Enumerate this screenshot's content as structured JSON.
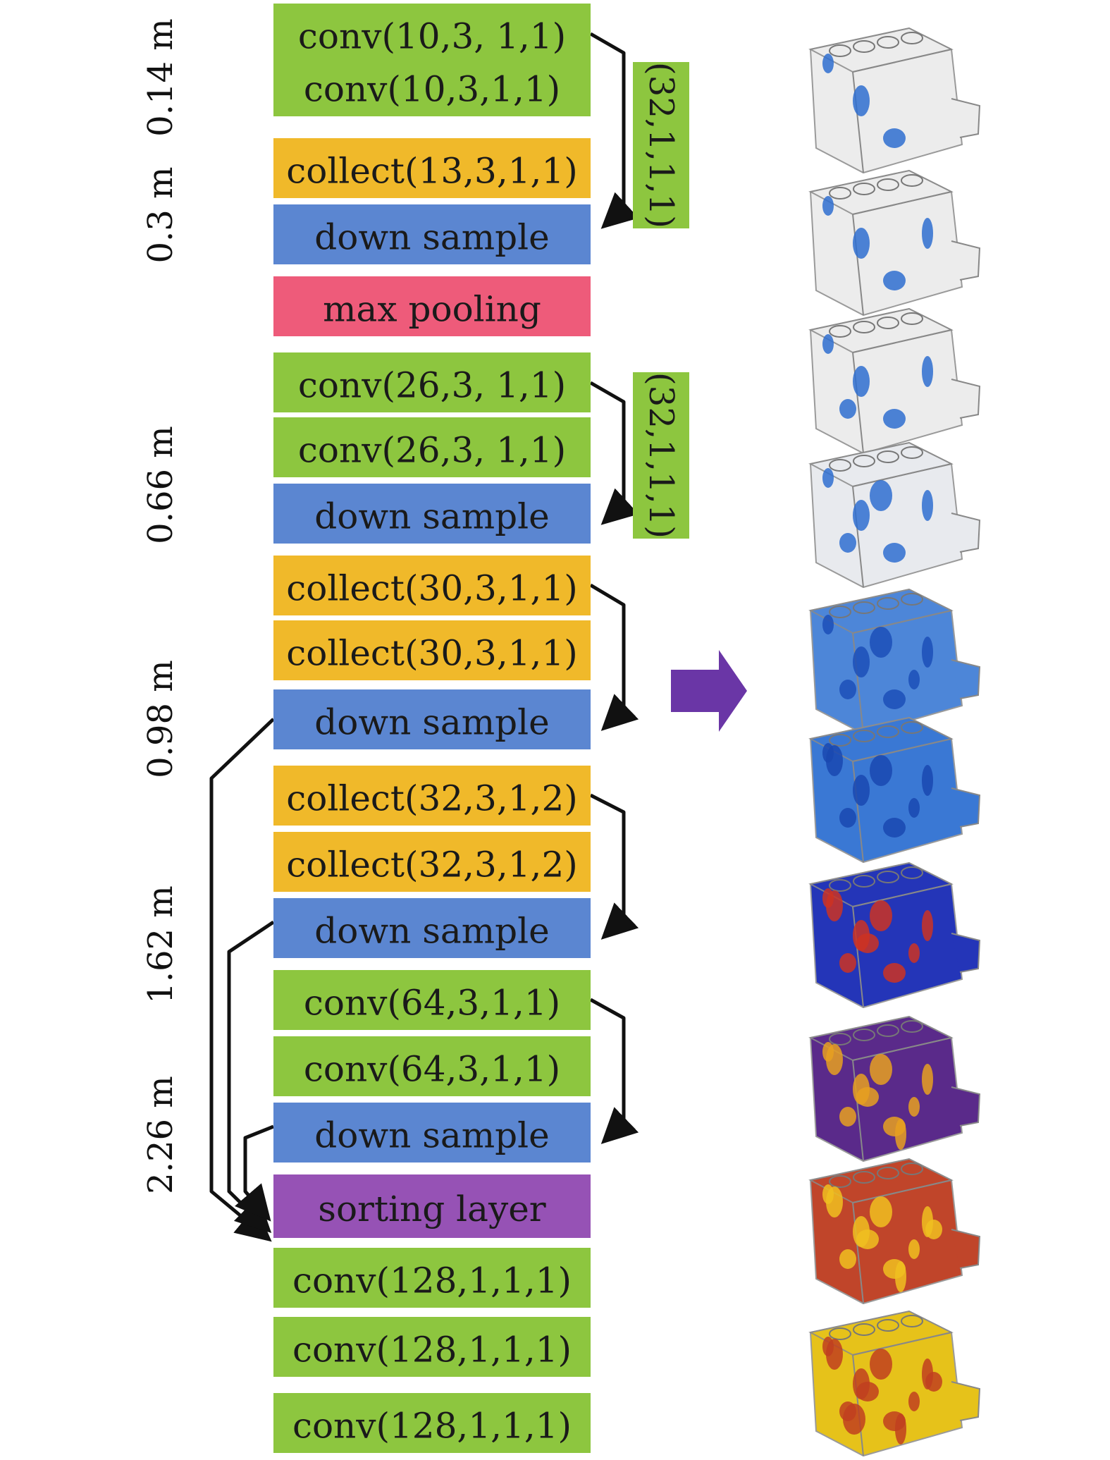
{
  "colors": {
    "conv": "#8dc63f",
    "collect": "#f0b92a",
    "down": "#5b86d1",
    "pool": "#ee5b7a",
    "sort": "#9652b5",
    "arrow": "#111111",
    "big_arrow": "#6a36a6"
  },
  "layers": [
    {
      "label": "conv(10,3, 1,1)",
      "kind": "conv"
    },
    {
      "label": "conv(10,3,1,1)",
      "kind": "conv"
    },
    {
      "label": "collect(13,3,1,1)",
      "kind": "collect"
    },
    {
      "label": "down sample",
      "kind": "down"
    },
    {
      "label": "max pooling",
      "kind": "pool"
    },
    {
      "label": "conv(26,3, 1,1)",
      "kind": "conv"
    },
    {
      "label": "conv(26,3, 1,1)",
      "kind": "conv"
    },
    {
      "label": "down sample",
      "kind": "down"
    },
    {
      "label": "collect(30,3,1,1)",
      "kind": "collect"
    },
    {
      "label": "collect(30,3,1,1)",
      "kind": "collect"
    },
    {
      "label": "down sample",
      "kind": "down"
    },
    {
      "label": "collect(32,3,1,2)",
      "kind": "collect"
    },
    {
      "label": "collect(32,3,1,2)",
      "kind": "collect"
    },
    {
      "label": "down sample",
      "kind": "down"
    },
    {
      "label": "conv(64,3,1,1)",
      "kind": "conv"
    },
    {
      "label": "conv(64,3,1,1)",
      "kind": "conv"
    },
    {
      "label": "down sample",
      "kind": "down"
    },
    {
      "label": "sorting layer",
      "kind": "sort"
    },
    {
      "label": "conv(128,1,1,1)",
      "kind": "conv"
    },
    {
      "label": "conv(128,1,1,1)",
      "kind": "conv"
    },
    {
      "label": "conv(128,1,1,1)",
      "kind": "conv"
    }
  ],
  "side_labels": [
    "(32,1,1,1)",
    "(32,1,1,1)"
  ],
  "distances": [
    "0.14 m",
    "0.3 m",
    "0.66 m",
    "0.98 m",
    "1.62 m",
    "2.26 m"
  ],
  "engine_stages": [
    {
      "name": "stage-1",
      "body": "#ececec",
      "accent": "#2f6fd0"
    },
    {
      "name": "stage-2",
      "body": "#ececec",
      "accent": "#2f6fd0"
    },
    {
      "name": "stage-3",
      "body": "#ececec",
      "accent": "#2f6fd0"
    },
    {
      "name": "stage-4",
      "body": "#e8eaee",
      "accent": "#2f6fd0"
    },
    {
      "name": "stage-5",
      "body": "#4d86d8",
      "accent": "#1c4fb8"
    },
    {
      "name": "stage-6",
      "body": "#3a78d4",
      "accent": "#1a48b0"
    },
    {
      "name": "stage-7",
      "body": "#2435b8",
      "accent": "#cc3322"
    },
    {
      "name": "stage-8",
      "body": "#5a2a8a",
      "accent": "#e8a020"
    },
    {
      "name": "stage-9",
      "body": "#c0452a",
      "accent": "#f0c020"
    },
    {
      "name": "stage-10",
      "body": "#e6c21a",
      "accent": "#c04020"
    }
  ]
}
